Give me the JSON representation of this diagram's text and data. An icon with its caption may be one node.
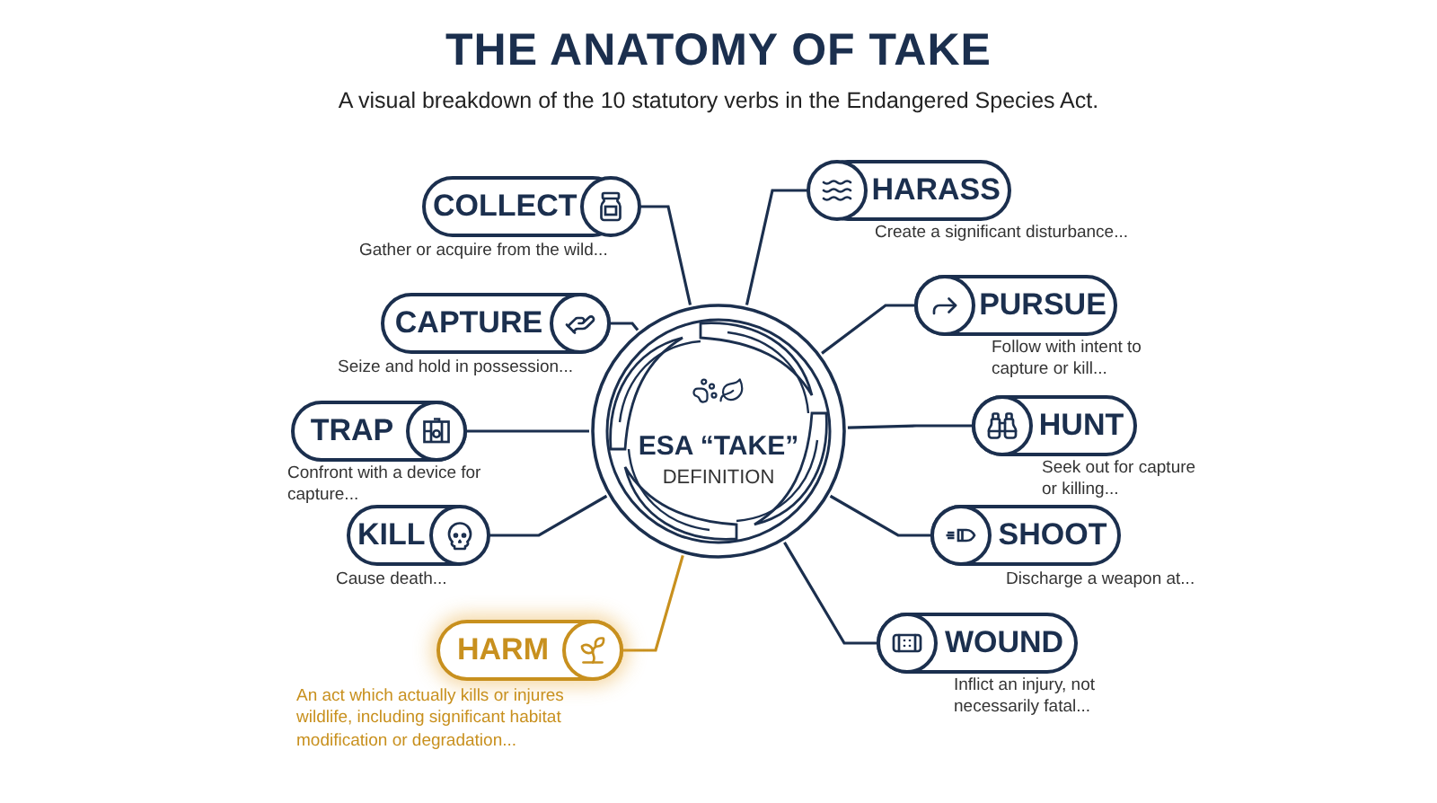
{
  "diagram": {
    "title": "THE ANATOMY OF TAKE",
    "caption": "A visual breakdown of the 10 statutory verbs in the Endangered Species Act.",
    "nodes": [
      {
        "text": [
          "ESA “TAKE”",
          "DEFINITION"
        ]
      },
      {
        "text": [
          "COLLECT",
          "Gather or acquire from the wild..."
        ]
      },
      {
        "text": [
          "HARASS",
          "Create a significant disturbance..."
        ]
      },
      {
        "text": [
          "CAPTURE",
          "Seize and hold in possession..."
        ]
      },
      {
        "text": [
          "PURSUE",
          "Follow with intent to capture or kill..."
        ]
      },
      {
        "text": [
          "TRAP",
          "Confront with a device for capture..."
        ]
      },
      {
        "text": [
          "HUNT",
          "Seek out for capture or killing..."
        ]
      },
      {
        "text": [
          "KILL",
          "Cause death..."
        ]
      },
      {
        "text": [
          "SHOOT",
          "Discharge a weapon at..."
        ]
      },
      {
        "text": [
          "HARM",
          "An act which actually kills or injures wildlife, including significant habitat modification or degradation..."
        ]
      },
      {
        "text": [
          "WOUND",
          "Inflict an injury, not necessarily fatal..."
        ]
      }
    ],
    "edges": [
      {
        "from": 0,
        "to": 1,
        "arrow": "none"
      },
      {
        "from": 0,
        "to": 2,
        "arrow": "none"
      },
      {
        "from": 0,
        "to": 3,
        "arrow": "none"
      },
      {
        "from": 0,
        "to": 4,
        "arrow": "none"
      },
      {
        "from": 0,
        "to": 5,
        "arrow": "none"
      },
      {
        "from": 0,
        "to": 6,
        "arrow": "none"
      },
      {
        "from": 0,
        "to": 7,
        "arrow": "none"
      },
      {
        "from": 0,
        "to": 8,
        "arrow": "none"
      },
      {
        "from": 0,
        "to": 9,
        "arrow": "none",
        "color": "#c8901e"
      },
      {
        "from": 0,
        "to": 10,
        "arrow": "none"
      }
    ]
  }
}
